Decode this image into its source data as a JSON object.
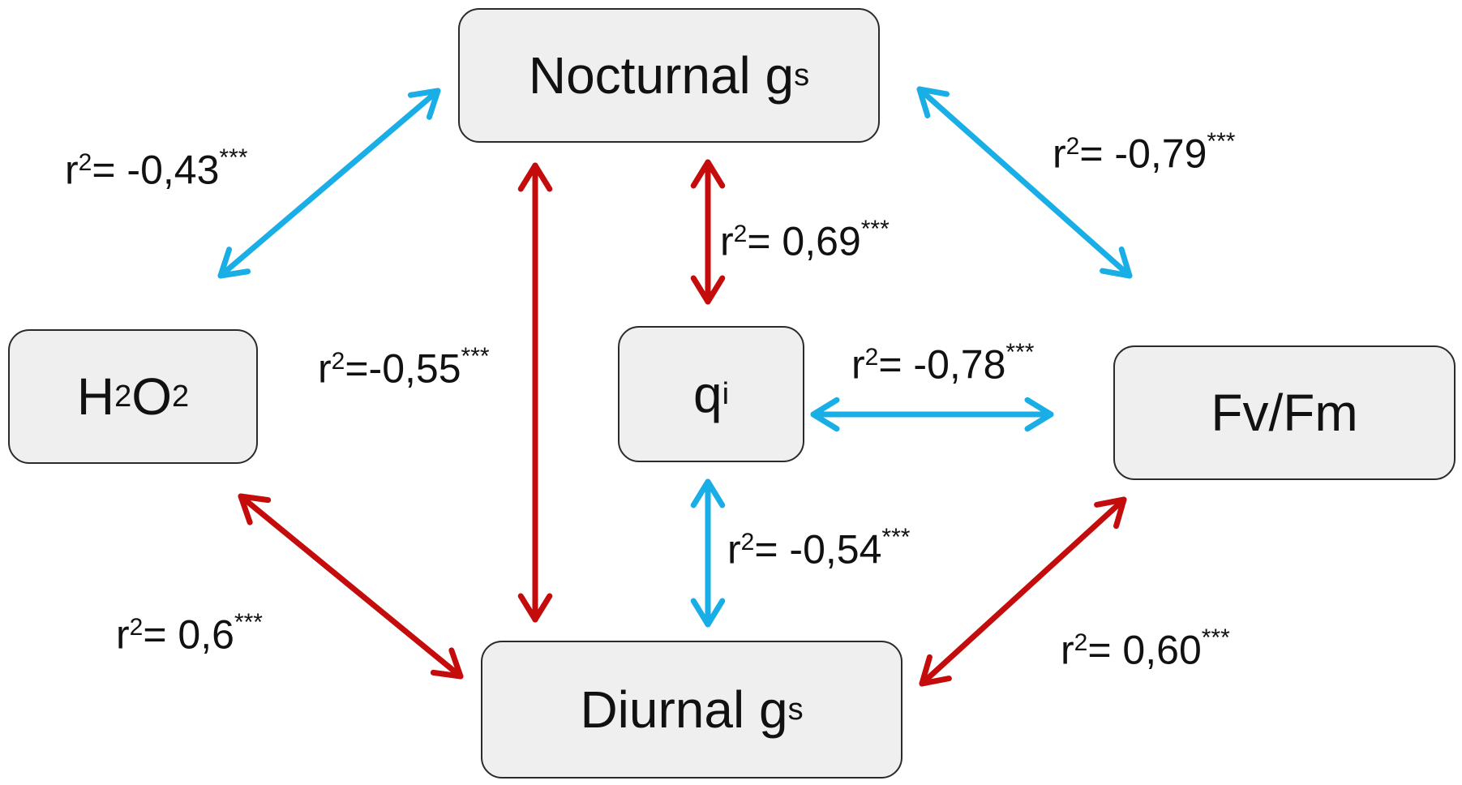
{
  "nodes": {
    "nocturnal": {
      "text": "Nocturnal g",
      "sub": "s"
    },
    "h2o2": {
      "t1": "H",
      "s1": "2",
      "t2": "O",
      "s2": "2"
    },
    "qi": {
      "text": "q",
      "sub": "i"
    },
    "fvfm": {
      "text": "Fv/Fm"
    },
    "diurnal": {
      "text": "Diurnal g",
      "sub": "s"
    }
  },
  "edges": [
    {
      "from": "Nocturnal g_s",
      "to": "H2O2",
      "r": "r",
      "pow": "2",
      "val": "= -0,43",
      "sig": "***",
      "color": "blue"
    },
    {
      "from": "Nocturnal g_s",
      "to": "Fv/Fm",
      "r": "r",
      "pow": "2",
      "val": "= -0,79",
      "sig": "***",
      "color": "blue"
    },
    {
      "from": "Nocturnal g_s",
      "to": "q_i",
      "r": "r",
      "pow": "2",
      "val": "= 0,69",
      "sig": "***",
      "color": "red"
    },
    {
      "from": "Nocturnal g_s",
      "to": "Diurnal g_s",
      "r": "r",
      "pow": "2",
      "val": "=-0,55",
      "sig": "***",
      "color": "red"
    },
    {
      "from": "q_i",
      "to": "Fv/Fm",
      "r": "r",
      "pow": "2",
      "val": "= -0,78",
      "sig": "***",
      "color": "blue"
    },
    {
      "from": "q_i",
      "to": "Diurnal g_s",
      "r": "r",
      "pow": "2",
      "val": "= -0,54",
      "sig": "***",
      "color": "blue"
    },
    {
      "from": "H2O2",
      "to": "Diurnal g_s",
      "r": "r",
      "pow": "2",
      "val": "= 0,6",
      "sig": "***",
      "color": "red"
    },
    {
      "from": "Fv/Fm",
      "to": "Diurnal g_s",
      "r": "r",
      "pow": "2",
      "val": "= 0,60",
      "sig": "***",
      "color": "red"
    }
  ],
  "colors": {
    "blue": "#1aaee6",
    "red": "#c40c0c"
  }
}
